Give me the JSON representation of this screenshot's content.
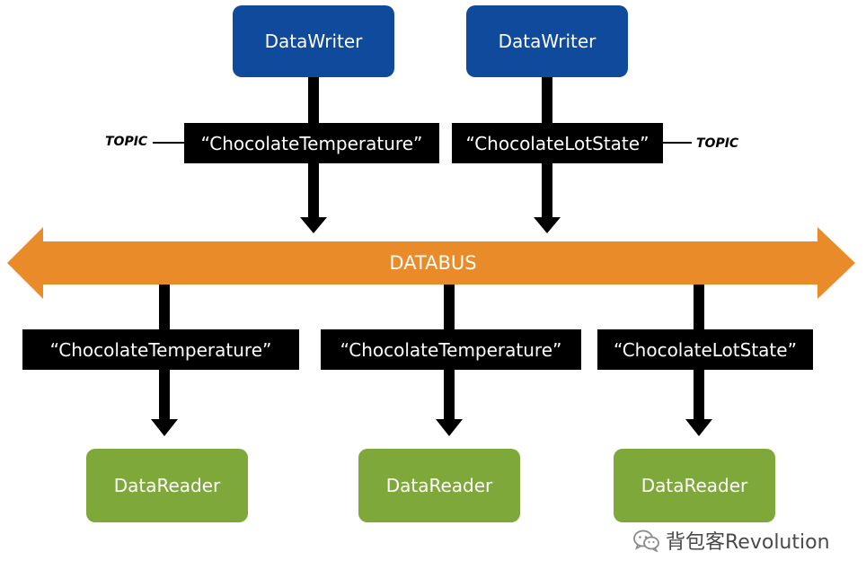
{
  "diagram": {
    "writers": [
      {
        "label": "DataWriter"
      },
      {
        "label": "DataWriter"
      }
    ],
    "writer_topics": [
      {
        "label": "“ChocolateTemperature”"
      },
      {
        "label": "“ChocolateLotState”"
      }
    ],
    "topic_tags": [
      {
        "label": "TOPIC"
      },
      {
        "label": "TOPIC"
      }
    ],
    "bus": {
      "label": "DATABUS"
    },
    "reader_topics": [
      {
        "label": "“ChocolateTemperature”"
      },
      {
        "label": "“ChocolateTemperature”"
      },
      {
        "label": "“ChocolateLotState”"
      }
    ],
    "readers": [
      {
        "label": "DataReader"
      },
      {
        "label": "DataReader"
      },
      {
        "label": "DataReader"
      }
    ]
  },
  "watermark": {
    "text": "背包客Revolution",
    "icon": "wechat-icon"
  },
  "colors": {
    "writer": "#0f4a9c",
    "reader": "#7ea83a",
    "bus": "#e98b28",
    "label_bg": "#000000"
  }
}
